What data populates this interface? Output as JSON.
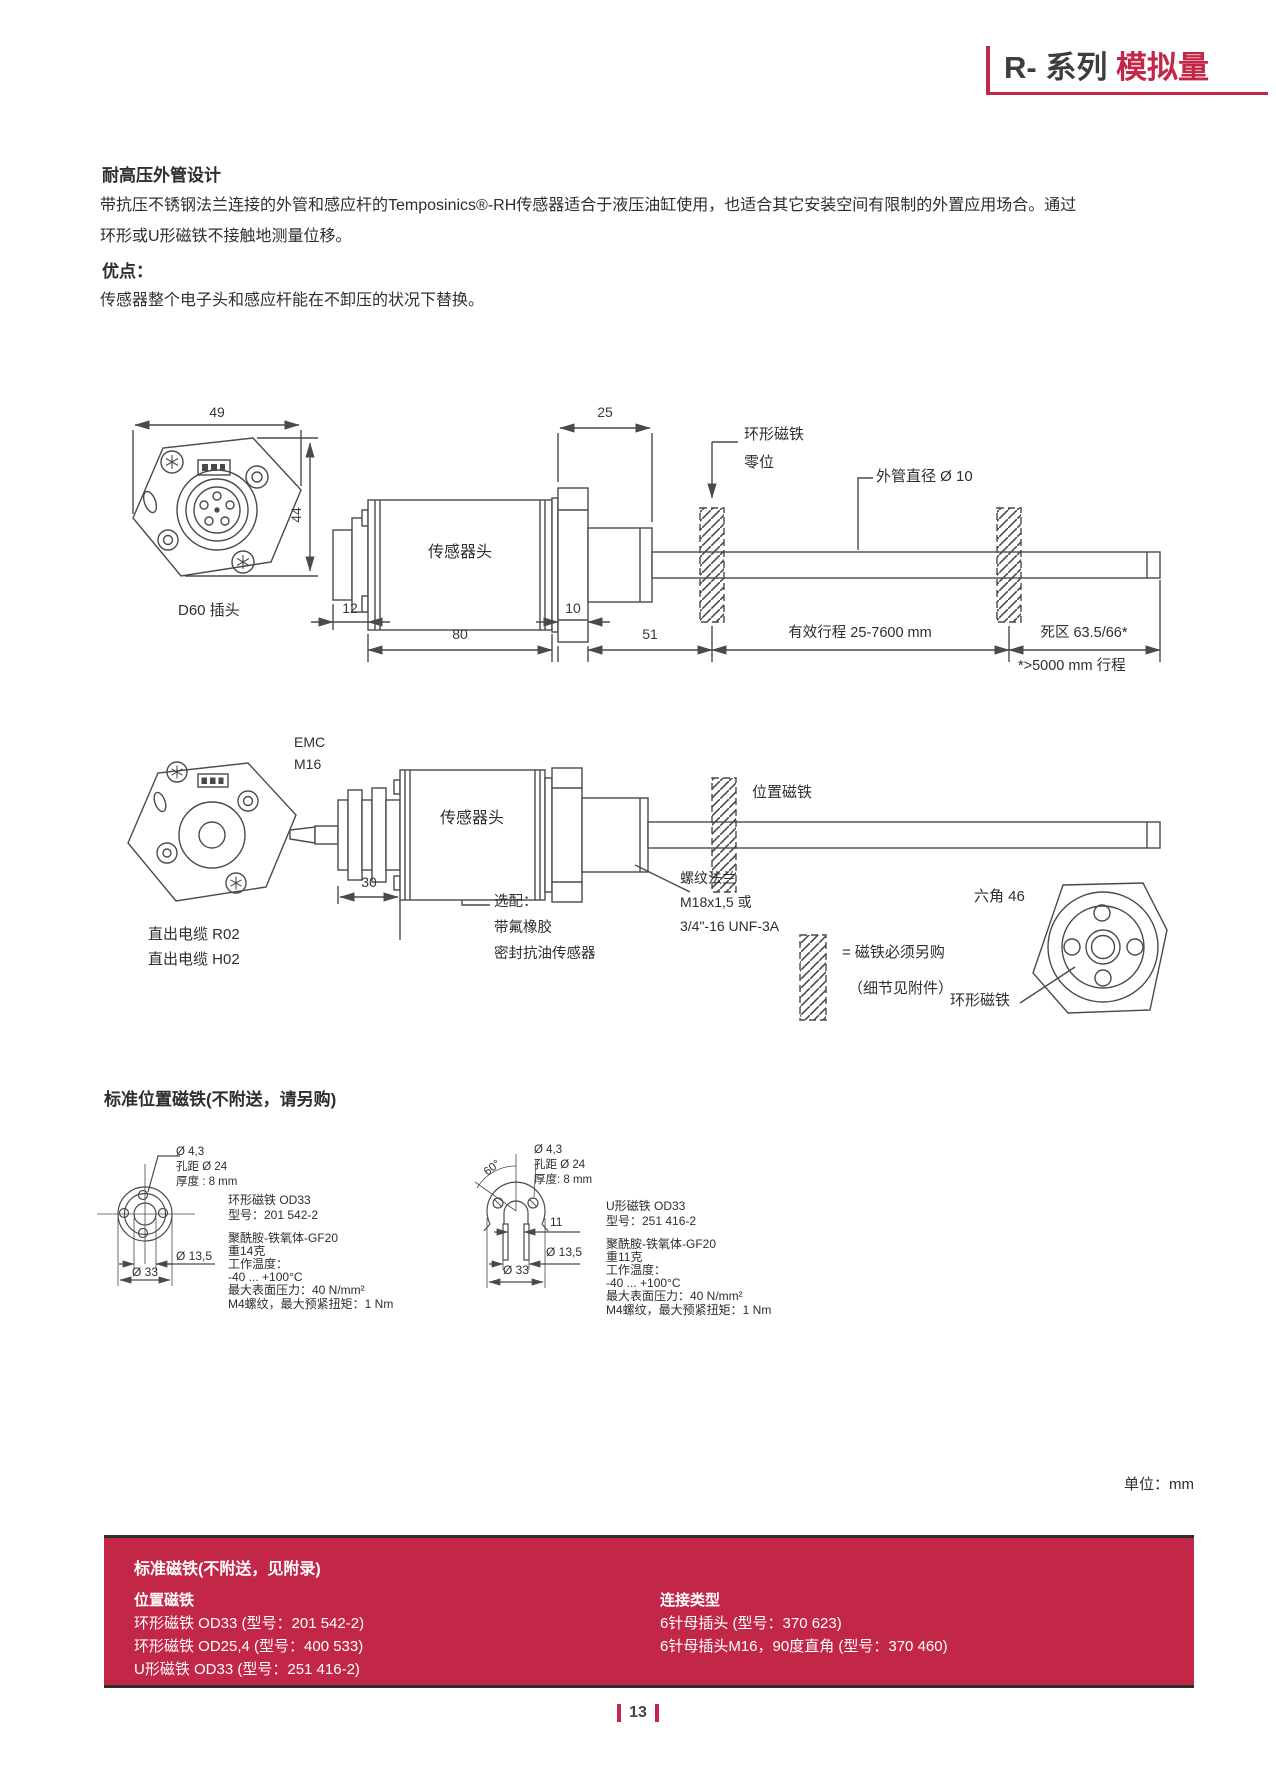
{
  "header": {
    "series": "R- 系列",
    "type": "模拟量"
  },
  "intro": {
    "heading": "耐高压外管设计",
    "body_line1": "带抗压不锈钢法兰连接的外管和感应杆的Temposinics®-RH传感器适合于液压油缸使用，也适合其它安装空间有限制的外置应用场合。通过",
    "body_line2": "环形或U形磁铁不接触地测量位移。",
    "benefits_heading": "优点：",
    "benefits_body": "传感器整个电子头和感应杆能在不卸压的状况下替换。"
  },
  "diagram1": {
    "dim49": "49",
    "dim44": "44",
    "dim25": "25",
    "dim12": "12",
    "dim80": "80",
    "dim10": "10",
    "dim51": "51",
    "connector_label": "D60 插头",
    "head_label": "传感器头",
    "zero_line1": "环形磁铁",
    "zero_line2": "零位",
    "tube_label": "外管直径  Ø 10",
    "stroke_label": "有效行程 25-7600 mm",
    "dead_label": "死区 63.5/66*",
    "footnote": "*>5000 mm 行程"
  },
  "diagram2": {
    "emc": "EMC",
    "m16": "M16",
    "cable_line1": "直出电缆 R02",
    "cable_line2": "直出电缆 H02",
    "dim30": "30",
    "head_label": "传感器头",
    "position_magnet": "位置磁铁",
    "option_line1": "选配：",
    "option_line2": "带氟橡胶",
    "option_line3": "密封抗油传感器",
    "thread_line1": "螺纹法兰",
    "thread_line2": "M18x1,5 或",
    "thread_line3": "3/4\"-16 UNF-3A",
    "hex46": "六角 46",
    "ring_magnet": "环形磁铁"
  },
  "legend": {
    "line1": "= 磁铁必须另购",
    "line2": "（细节见附件）"
  },
  "magnet_section": {
    "heading": "标准位置磁铁(不附送，请另购)",
    "ring": {
      "callout1": "Ø 4,3",
      "callout2": "孔距 Ø 24",
      "callout3": "厚度 : 8 mm",
      "dim_hole": "Ø 13,5",
      "dim_od": "Ø 33",
      "name": "环形磁铁 OD33",
      "model": "型号：201 542-2",
      "material": "聚酰胺-铁氧体-GF20",
      "weight": "重14克",
      "temp_label": "工作温度：",
      "temp_range": "-40 ... +100°C",
      "pressure": "最大表面压力：40 N/mm²",
      "torque": "M4螺纹，最大预紧扭矩：1 Nm"
    },
    "u": {
      "angle": "60°",
      "callout1": "Ø 4,3",
      "callout2": "孔距 Ø 24",
      "callout3": "厚度: 8 mm",
      "dim11": "11",
      "dim_hole": "Ø 13,5",
      "dim_od": "Ø 33",
      "name": "U形磁铁 OD33",
      "model": "型号：251 416-2",
      "material": "聚酰胺-铁氧体-GF20",
      "weight": "重11克",
      "temp_label": "工作温度：",
      "temp_range": "-40 ... +100°C",
      "pressure": "最大表面压力：40 N/mm²",
      "torque": "M4螺纹，最大预紧扭矩：1 Nm"
    }
  },
  "unit_note": "单位：mm",
  "footer_table": {
    "heading": "标准磁铁(不附送，见附录)",
    "left": {
      "title": "位置磁铁",
      "rows": [
        "环形磁铁 OD33 (型号：201 542-2)",
        "环形磁铁 OD25,4 (型号：400 533)",
        "U形磁铁 OD33 (型号：251 416-2)"
      ]
    },
    "right": {
      "title": "连接类型",
      "rows": [
        "6针母插头 (型号：370 623)",
        "6针母插头M16，90度直角 (型号：370 460)"
      ]
    }
  },
  "page_number": "13",
  "colors": {
    "accent": "#c32747",
    "line": "#4a4a4a",
    "text": "#2e2e2e"
  }
}
